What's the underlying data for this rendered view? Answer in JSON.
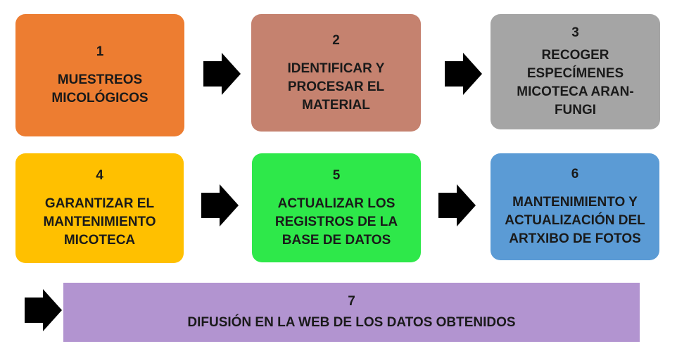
{
  "steps": [
    {
      "number": "1",
      "text": "MUESTREOS MICOLÓGICOS",
      "color": "#ED7D31"
    },
    {
      "number": "2",
      "text": "IDENTIFICAR Y PROCESAR EL MATERIAL",
      "color": "#C5826F"
    },
    {
      "number": "3",
      "text": "RECOGER ESPECÍMENES MICOTECA ARAN-FUNGI",
      "color": "#A5A5A5"
    },
    {
      "number": "4",
      "text": "GARANTIZAR EL MANTENIMIENTO MICOTECA",
      "color": "#FFC000"
    },
    {
      "number": "5",
      "text": "ACTUALIZAR LOS REGISTROS DE LA BASE DE DATOS",
      "color": "#2EE84A"
    },
    {
      "number": "6",
      "text": "MANTENIMIENTO Y ACTUALIZACIÓN DEL ARTXIBO DE FOTOS",
      "color": "#5B9BD5"
    },
    {
      "number": "7",
      "text": "DIFUSIÓN EN LA WEB DE LOS DATOS OBTENIDOS",
      "color": "#B294D0"
    }
  ]
}
